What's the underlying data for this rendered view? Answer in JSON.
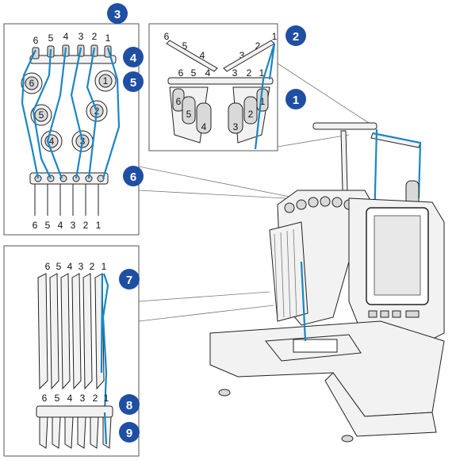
{
  "colors": {
    "badge": "#1f4fa3",
    "thread": "#1a86c4",
    "outline": "#222222"
  },
  "badges": [
    "1",
    "2",
    "3",
    "4",
    "5",
    "6",
    "7",
    "8",
    "9"
  ],
  "spool_numbers": [
    "1",
    "2",
    "3",
    "4",
    "5",
    "6"
  ],
  "rail_numbers": [
    "6",
    "5",
    "4",
    "3",
    "2",
    "1"
  ],
  "icons": {
    "machine": "embroidery-machine-icon",
    "spool": "thread-spool-icon"
  }
}
